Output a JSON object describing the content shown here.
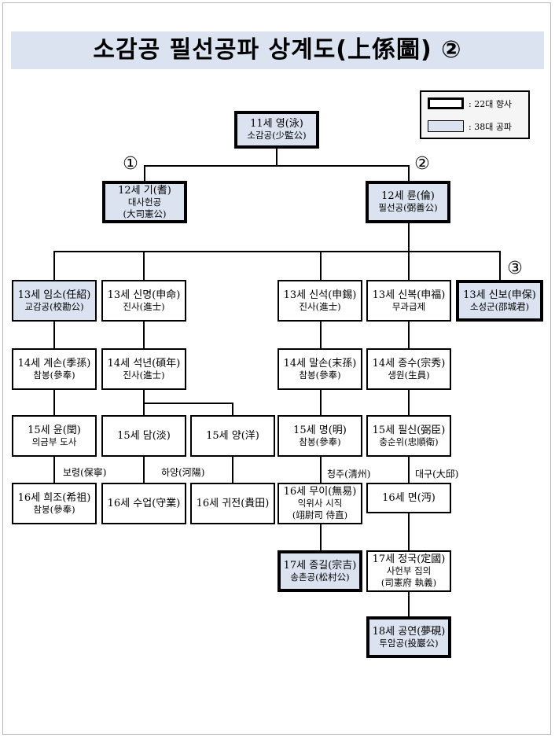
{
  "title": "소감공 필선공파 상계도(上係圖) ②",
  "legend": {
    "item1": ": 22대 향사",
    "item2": ": 38대 공파"
  },
  "markers": {
    "one": "①",
    "two": "②",
    "three": "③"
  },
  "nodes": {
    "n11_yeong": {
      "name": "11세 영(泳)",
      "title": "소감공(少監公)"
    },
    "n12_gi": {
      "name": "12세 기(耆)",
      "title": "대사헌공",
      "title2": "(大司憲公)"
    },
    "n12_ryun": {
      "name": "12세 륜(倫)",
      "title": "필선공(弼善公)"
    },
    "n13_imso": {
      "name": "13세 임소(任紹)",
      "title": "교감공(校勘公)"
    },
    "n13_sinmyeong": {
      "name": "13세 신명(申命)",
      "title": "진사(進士)"
    },
    "n13_sinseok": {
      "name": "13세 신석(申錫)",
      "title": "진사(進士)"
    },
    "n13_sinbok": {
      "name": "13세 신복(申福)",
      "title": "무과급제"
    },
    "n13_sinbo": {
      "name": "13세 신보(申保)",
      "title": "소성군(邵城君)"
    },
    "n14_gyeson": {
      "name": "14세 계손(季孫)",
      "title": "참봉(參奉)"
    },
    "n14_seoknyeon": {
      "name": "14세 석년(碩年)",
      "title": "진사(進士)"
    },
    "n14_malson": {
      "name": "14세 말손(末孫)",
      "title": "참봉(參奉)"
    },
    "n14_jongsu": {
      "name": "14세 종수(宗秀)",
      "title": "생원(生員)"
    },
    "n15_yun": {
      "name": "15세 윤(閏)",
      "title": "의금부 도사"
    },
    "n15_dam": {
      "name": "15세 담(淡)"
    },
    "n15_yang": {
      "name": "15세 양(洋)"
    },
    "n15_myeong": {
      "name": "15세 명(明)",
      "title": "참봉(參奉)"
    },
    "n15_pilsin": {
      "name": "15세 필신(弼臣)",
      "title": "충순위(忠順衛)"
    },
    "n16_hoejo": {
      "name": "16세 희조(希祖)",
      "title": "참봉(參奉)"
    },
    "n16_sueop": {
      "name": "16세 수업(守業)"
    },
    "n16_gwijeon": {
      "name": "16세 귀전(貴田)"
    },
    "n16_mui": {
      "name": "16세 무이(無易)",
      "title": "익위사 시직",
      "title2": "(翊尉司 侍直)"
    },
    "n16_myeon": {
      "name": "16세 면(沔)"
    },
    "n17_jonggil": {
      "name": "17세 종길(宗吉)",
      "title": "송촌공(松村公)"
    },
    "n17_jeongguk": {
      "name": "17세 정국(定國)",
      "title": "사헌부 집의",
      "title2": "(司憲府 執義)"
    },
    "n18_gongyeon": {
      "name": "18세 공연(夢硯)",
      "title": "투암공(投巖公)"
    }
  },
  "places": {
    "boryeong": "보령(保寧)",
    "haeyang": "하양(河陽)",
    "cheongju": "청주(淸州)",
    "daegu": "대구(大邱)"
  },
  "colors": {
    "blue_fill": "#dbe3f1",
    "border": "#000000"
  }
}
